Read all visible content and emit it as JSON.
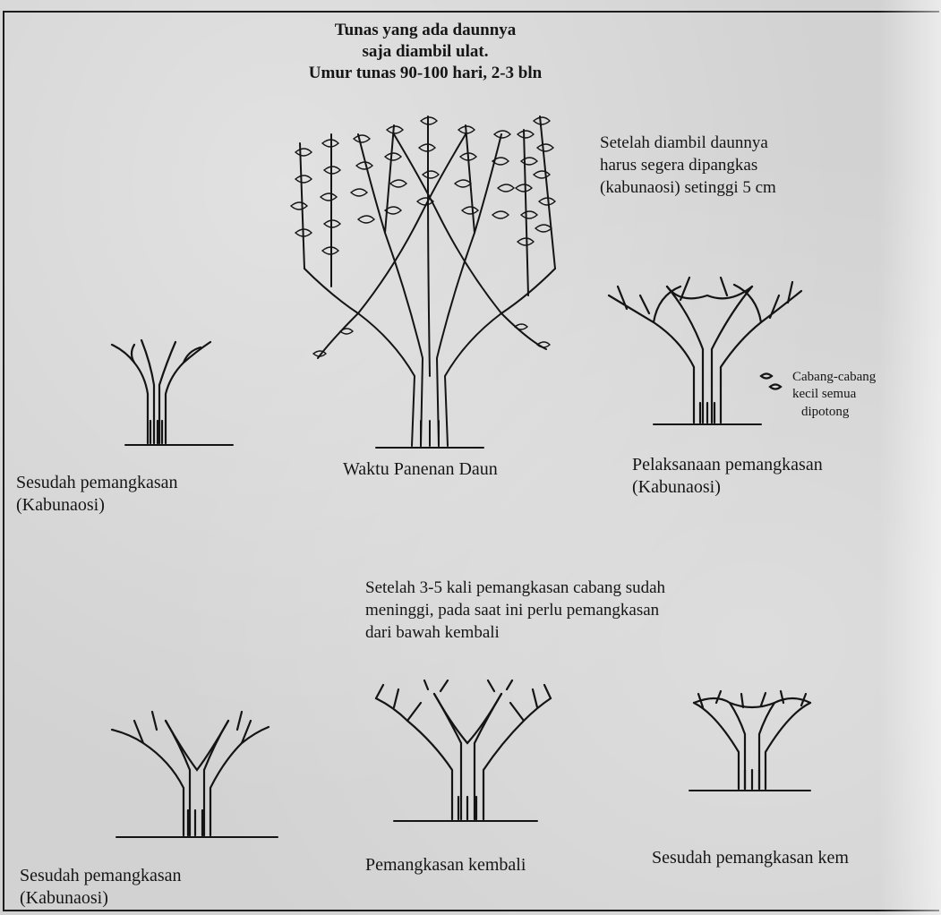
{
  "diagram": {
    "top_caption_line1": "Tunas yang ada daunnya",
    "top_caption_line2": "saja diambil ulat.",
    "top_caption_line3": "Umur tunas 90-100 hari, 2-3 bln",
    "after_leaves_line1": "Setelah diambil daunnya",
    "after_leaves_line2": "harus segera dipangkas",
    "after_leaves_line3": "(kabunaosi) setinggi 5 cm",
    "branches_note_line1": "Cabang-cabang",
    "branches_note_line2": "kecil semua",
    "branches_note_line3": "dipotong",
    "after_pruning_left_line1": "Sesudah pemangkasan",
    "after_pruning_left_line2": "(Kabunaosi)",
    "harvest_time": "Waktu Panenan Daun",
    "pruning_execution_line1": "Pelaksanaan pemangkasan",
    "pruning_execution_line2": "(Kabunaosi)",
    "middle_note_line1": "Setelah 3-5 kali pemangkasan cabang sudah",
    "middle_note_line2": "meninggi, pada saat ini perlu pemangkasan",
    "middle_note_line3": "dari bawah kembali",
    "bottom_left_line1": "Sesudah pemangkasan",
    "bottom_left_line2": "(Kabunaosi)",
    "bottom_middle": "Pemangkasan kembali",
    "bottom_right": "Sesudah pemangkasan kem"
  }
}
